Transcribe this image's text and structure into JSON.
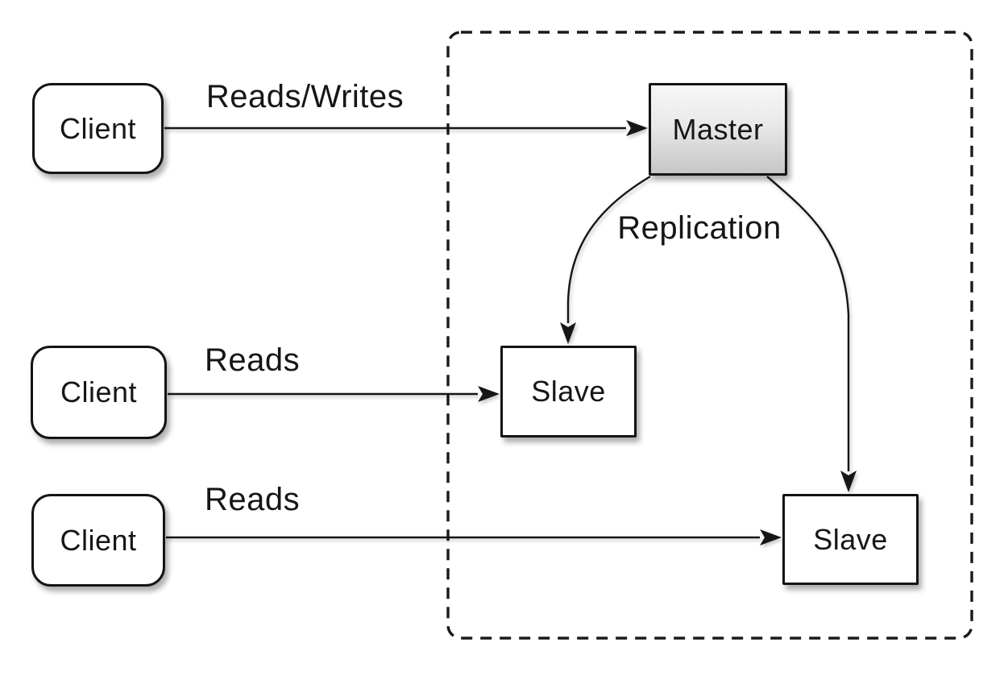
{
  "diagram": {
    "title_hint": "master-slave-replication-architecture",
    "cluster": {
      "name": "replication-group-boundary",
      "border_style": "dashed",
      "border_color": "#1a1a1a"
    },
    "nodes": [
      {
        "id": "client-top",
        "label": "Client",
        "shape": "rounded-rectangle",
        "fill": "#ffffff"
      },
      {
        "id": "client-middle",
        "label": "Client",
        "shape": "rounded-rectangle",
        "fill": "#ffffff"
      },
      {
        "id": "client-bottom",
        "label": "Client",
        "shape": "rounded-rectangle",
        "fill": "#ffffff"
      },
      {
        "id": "master",
        "label": "Master",
        "shape": "rectangle",
        "fill_gradient_top": "#f7f7f7",
        "fill_gradient_bottom": "#c6c6c6"
      },
      {
        "id": "slave-left",
        "label": "Slave",
        "shape": "rectangle",
        "fill": "#ffffff"
      },
      {
        "id": "slave-right",
        "label": "Slave",
        "shape": "rectangle",
        "fill": "#ffffff"
      }
    ],
    "edges": [
      {
        "id": "reads-writes",
        "label": "Reads/Writes",
        "from": "client-top",
        "to": "master",
        "style": "straight"
      },
      {
        "id": "reads-middle",
        "label": "Reads",
        "from": "client-middle",
        "to": "slave-left",
        "style": "straight"
      },
      {
        "id": "reads-bottom",
        "label": "Reads",
        "from": "client-bottom",
        "to": "slave-right",
        "style": "straight"
      },
      {
        "id": "replication-left",
        "label": "Replication",
        "from": "master",
        "to": "slave-left",
        "style": "curved"
      },
      {
        "id": "replication-right",
        "label": "",
        "from": "master",
        "to": "slave-right",
        "style": "curved"
      }
    ],
    "colors": {
      "background": "#ffffff",
      "stroke": "#161616",
      "text": "#161616"
    }
  }
}
